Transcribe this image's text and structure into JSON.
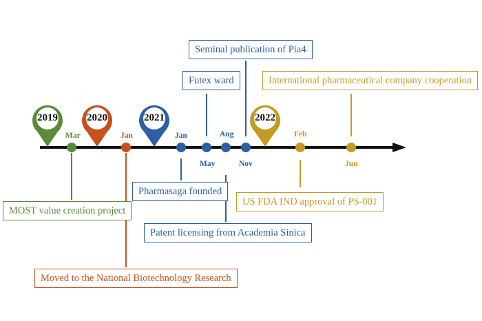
{
  "colors": {
    "green": "#5a8a3a",
    "orange": "#c8501c",
    "blue": "#2c5fa3",
    "gold": "#c49a22",
    "axis": "#111111"
  },
  "years": {
    "y2019": "2019",
    "y2020": "2020",
    "y2021": "2021",
    "y2022": "2022"
  },
  "months": {
    "mar": "Mar",
    "jan_2020": "Jan",
    "jan_2021": "Jan",
    "may": "May",
    "aug": "Aug",
    "nov": "Nov",
    "feb": "Feb",
    "jun": "Jun"
  },
  "events": {
    "most": "MOST value creation project",
    "moved": "Moved to the National Biotechnology Research",
    "pharmasaga": "Pharmasaga founded",
    "futex": "Futex ward",
    "patent": "Patent licensing from Academia Sinica",
    "seminal": "Seminal publication of Pia4",
    "fda": "US FDA IND approval of PS-001",
    "international": "International pharmaceutical company cooperation"
  }
}
